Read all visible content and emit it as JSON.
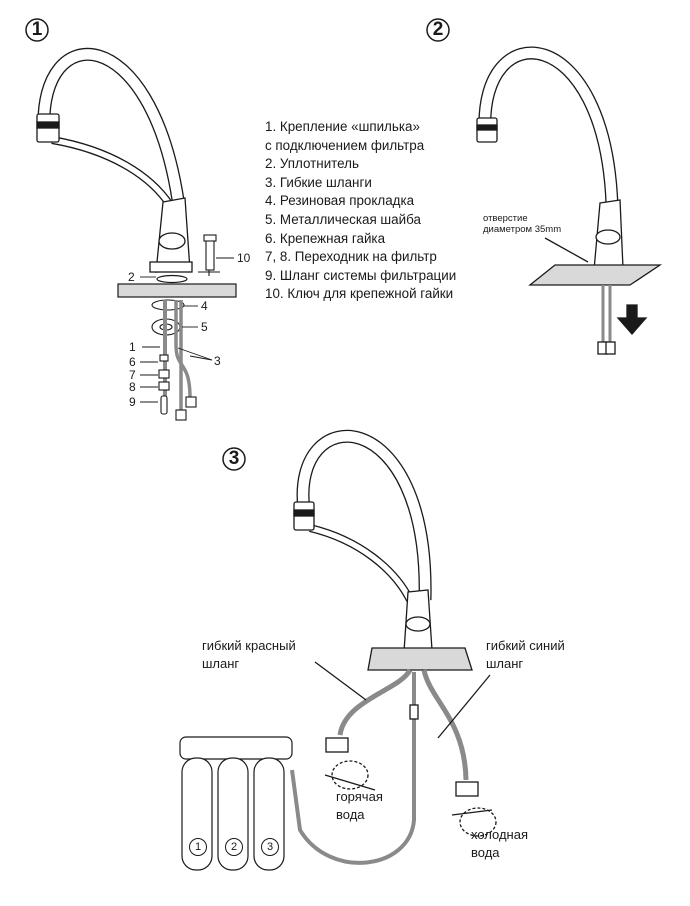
{
  "steps": [
    "1",
    "2",
    "3"
  ],
  "legend": [
    "1. Крепление «шпилька»",
    "с подключением фильтра",
    "2. Уплотнитель",
    "3. Гибкие шланги",
    "4. Резиновая прокладка",
    "5. Металлическая шайба",
    "6. Крепежная гайка",
    "7, 8. Переходник на фильтр",
    "9. Шланг системы фильтрации",
    "10. Ключ для крепежной гайки"
  ],
  "part_numbers": [
    "10",
    "2",
    "4",
    "5",
    "1",
    "3",
    "6",
    "7",
    "8",
    "9"
  ],
  "step2": {
    "hole_note": [
      "отверстие",
      "диаметром 35mm"
    ]
  },
  "step3": {
    "red_hose": [
      "гибкий красный",
      "шланг"
    ],
    "blue_hose": [
      "гибкий синий",
      "шланг"
    ],
    "hot_water": [
      "горячая",
      "вода"
    ],
    "cold_water": [
      "холодная",
      "вода"
    ],
    "filter_numbers": [
      "1",
      "2",
      "3"
    ]
  },
  "colors": {
    "line": "#1a1a1a",
    "hose": "#8a8a8a",
    "hose_fill": "#ffffff",
    "counter": "#d9d9d9"
  }
}
